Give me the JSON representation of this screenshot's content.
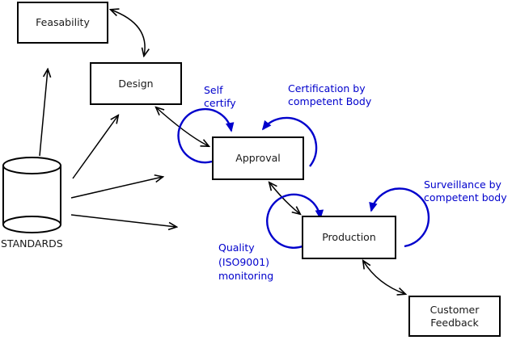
{
  "diagram": {
    "nodes": {
      "feasability": {
        "label": "Feasability"
      },
      "design": {
        "label": "Design"
      },
      "approval": {
        "label": "Approval"
      },
      "production": {
        "label": "Production"
      },
      "customer_feedback": {
        "line1": "Customer",
        "line2": "Feedback"
      },
      "standards": {
        "label": "STANDARDS"
      }
    },
    "annotations": {
      "self_certify": {
        "line1": "Self",
        "line2": "certify"
      },
      "certification": {
        "line1": "Certification by",
        "line2": "competent Body"
      },
      "surveillance": {
        "line1": "Surveillance by",
        "line2": "competent body"
      },
      "quality_monitoring": {
        "line1": "Quality",
        "line2": "(ISO9001)",
        "line3": "monitoring"
      }
    },
    "icons": {
      "standards_store": "database-cylinder-icon"
    },
    "colors": {
      "line": "#000000",
      "accent": "#0000cc",
      "background": "#ffffff",
      "text": "#1a1a1a"
    }
  }
}
